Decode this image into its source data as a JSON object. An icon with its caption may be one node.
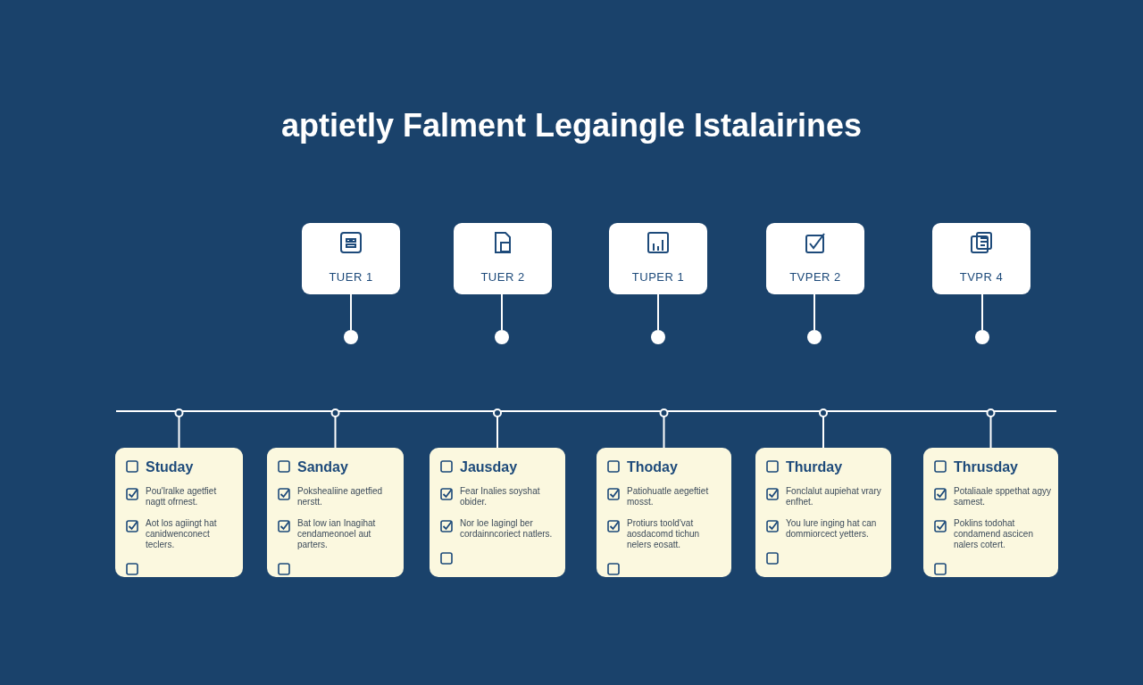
{
  "diagram": {
    "title": "aptietly Falment Legaingle Istalairines",
    "nodes": [
      {
        "text": [
          "TUER 1"
        ]
      },
      {
        "text": [
          "TUER 2"
        ]
      },
      {
        "text": [
          "TUPER 1"
        ]
      },
      {
        "text": [
          "TVPER 2"
        ]
      },
      {
        "text": [
          "TVPR 4"
        ]
      },
      {
        "text": [],
        "shape": "circle"
      },
      {
        "text": [],
        "shape": "circle"
      },
      {
        "text": [],
        "shape": "circle"
      },
      {
        "text": [],
        "shape": "circle"
      },
      {
        "text": [],
        "shape": "circle"
      },
      {
        "text": [],
        "shape": "bar"
      },
      {
        "text": [
          "Studay",
          "Pou'lralke agetfiet nagtt ofrnest.",
          "Aot los agiingt hat canidwenconect teclers."
        ]
      },
      {
        "text": [
          "Sanday",
          "Pokshealiine agetfied nerstt.",
          "Bat low ian Inagihat cendameonoel aut parters."
        ]
      },
      {
        "text": [
          "Jausday",
          "Fear Inalies soyshat obider.",
          "Nor loe Iagingl ber cordainncoriect natlers."
        ]
      },
      {
        "text": [
          "Thoday",
          "Patiohuatle aegeftiet mosst.",
          "Protiurs toold'vat aosdacomd tichun nelers eosatt."
        ]
      },
      {
        "text": [
          "Thurday",
          "Fonclalut aupiehat vrary enfhet.",
          "You lure inging hat can dommiorcect yetters."
        ]
      },
      {
        "text": [
          "Thrusday",
          "Potaliaale sppethat agyy samest.",
          "Poklins todohat condamend ascicen nalers cotert."
        ]
      }
    ],
    "edges": [
      {
        "from": 0,
        "to": 5,
        "arrow": "none"
      },
      {
        "from": 1,
        "to": 6,
        "arrow": "none"
      },
      {
        "from": 2,
        "to": 7,
        "arrow": "none"
      },
      {
        "from": 3,
        "to": 8,
        "arrow": "none"
      },
      {
        "from": 4,
        "to": 9,
        "arrow": "none"
      },
      {
        "from": 10,
        "to": 11,
        "arrow": "none"
      },
      {
        "from": 10,
        "to": 12,
        "arrow": "none"
      },
      {
        "from": 10,
        "to": 13,
        "arrow": "none"
      },
      {
        "from": 10,
        "to": 14,
        "arrow": "none"
      },
      {
        "from": 10,
        "to": 15,
        "arrow": "none"
      },
      {
        "from": 10,
        "to": 16,
        "arrow": "none"
      }
    ]
  }
}
